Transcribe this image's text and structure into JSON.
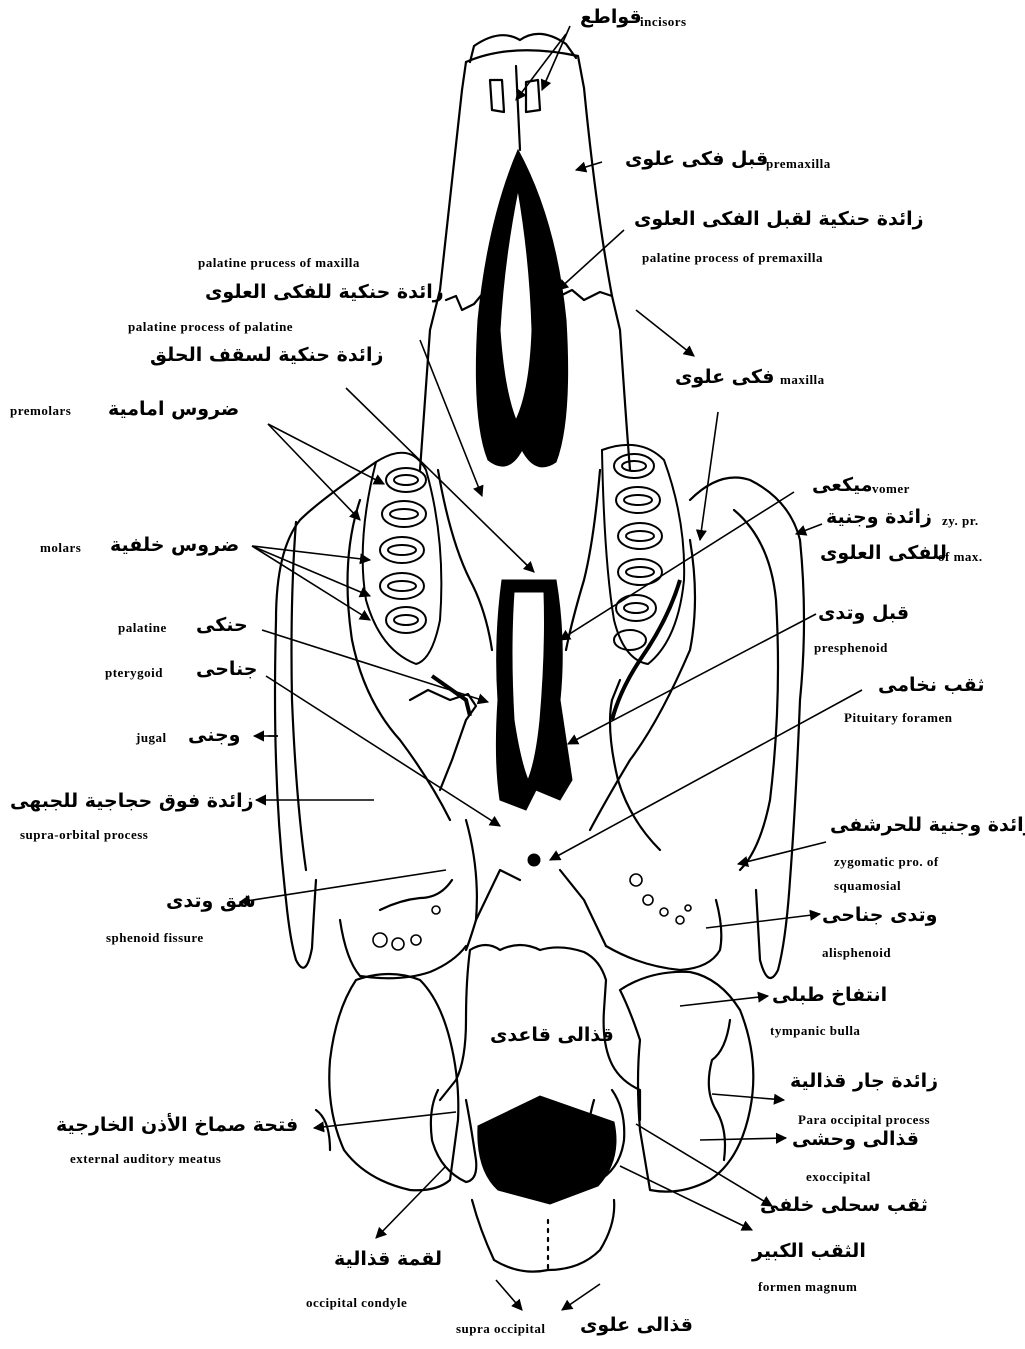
{
  "labels": {
    "incisors_ar": "قواطع",
    "incisors_en": "incisors",
    "premaxilla_ar": "قبل فكى علوى",
    "premaxilla_en": "premaxilla",
    "pal_premax_ar": "زائدة حنكية لقبل الفكى العلوى",
    "pal_premax_en": "palatine process of premaxilla",
    "pal_max_en": "palatine prucess of maxilla",
    "pal_max_ar": "زائدة حنكية للفكى العلوى",
    "pal_pal_en": "palatine process of palatine",
    "pal_pal_ar": "زائدة حنكية لسقف الحلق",
    "maxilla_ar": "فكى علوى",
    "maxilla_en": "maxilla",
    "premolars_en": "premolars",
    "premolars_ar": "ضروس امامية",
    "vomer_ar": "ميكعى",
    "vomer_en": "vomer",
    "zypr_ar": "زائدة وجنية",
    "zypr_en": "zy. pr.",
    "zypr_ar2": "للفكى العلوى",
    "zypr_en2": "of max.",
    "molars_en": "molars",
    "molars_ar": "ضروس خلفية",
    "palatine_en": "palatine",
    "palatine_ar": "حنكى",
    "presphenoid_ar": "قبل وتدى",
    "presphenoid_en": "presphenoid",
    "pterygoid_en": "pterygoid",
    "pterygoid_ar": "جناحى",
    "pituitary_ar": "ثقب نخامى",
    "pituitary_en": "Pituitary foramen",
    "jugal_en": "jugal",
    "jugal_ar": "وجنى",
    "supraorb_ar": "زائدة فوق حجاجية للجبهى",
    "supraorb_en": "supra-orbital process",
    "zygsq_ar": "زائدة وجنية للحرشفى",
    "zygsq_en": "zygomatic pro. of",
    "zygsq_en2": "squamosial",
    "sphenfis_ar": "شق وتدى",
    "sphenfis_en": "sphenoid fissure",
    "alisph_ar": "وتدى جناحى",
    "alisph_en": "alisphenoid",
    "tympanic_ar": "انتفاخ طبلى",
    "tympanic_en": "tympanic bulla",
    "basiocc_ar": "قذالى قاعدى",
    "paraocc_ar": "زائدة جار قذالية",
    "paraocc_en": "Para occipital process",
    "eam_ar": "فتحة صماخ الأذن الخارجية",
    "eam_en": "external auditory meatus",
    "exocc_ar": "قذالى وحشى",
    "exocc_en": "exoccipital",
    "postforamen_ar": "ثقب سحلى خلفى",
    "magnum_ar": "الثقب الكبير",
    "magnum_en": "formen magnum",
    "condyle_ar": "لقمة قذالية",
    "condyle_en": "occipital condyle",
    "supraocc_en": "supra occipital",
    "supraocc_ar": "قذالى علوى"
  }
}
